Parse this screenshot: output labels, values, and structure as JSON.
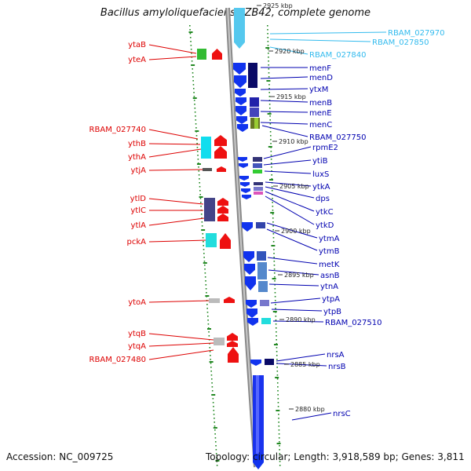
{
  "title": "Bacillus amyloliquefaciens FZB42, complete genome",
  "footer": {
    "accession": "Accession: NC_009725",
    "topology": "Topology: circular; Length: 3,918,589 bp; Genes: 3,811"
  },
  "colors": {
    "left_label": "#dd0000",
    "right_label": "#0000b0",
    "cyan_label": "#33bbee",
    "tick": "#228822",
    "backbone": "#888888"
  },
  "kbp_labels": [
    "2925 kbp",
    "2920 kbp",
    "2915 kbp",
    "2910 kbp",
    "2905 kbp",
    "2900 kbp",
    "2895 kbp",
    "2890 kbp",
    "2885 kbp",
    "2880 kbp"
  ],
  "left_genes": [
    "ytaB",
    "yteA",
    "RBAM_027740",
    "ythB",
    "ythA",
    "ytjA",
    "ytlD",
    "ytlC",
    "ytlA",
    "pckA",
    "ytoA",
    "ytqB",
    "ytqA",
    "RBAM_027480"
  ],
  "right_genes": [
    "RBAM_027970",
    "RBAM_027850",
    "RBAM_027840",
    "menF",
    "menD",
    "ytxM",
    "menB",
    "menE",
    "menC",
    "RBAM_027750",
    "rpmE2",
    "ytiB",
    "luxS",
    "ytkA",
    "dps",
    "ytkC",
    "ytkD",
    "ytmA",
    "ytmB",
    "metK",
    "asnB",
    "ytnA",
    "ytpA",
    "ytpB",
    "RBAM_027510",
    "nrsA",
    "nrsB",
    "nrsC"
  ],
  "cyan_genes": [
    "RBAM_027970",
    "RBAM_027850",
    "RBAM_027840"
  ]
}
